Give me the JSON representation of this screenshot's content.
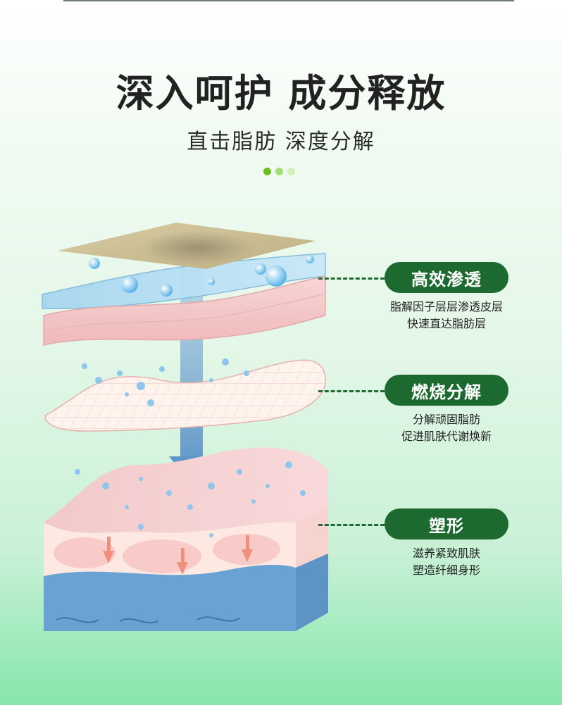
{
  "header": {
    "title": "深入呵护 成分释放",
    "subtitle": "直击脂肪 深度分解"
  },
  "colors": {
    "accent": "#1d6a30",
    "dot_active": "#6bbf1f"
  },
  "callouts": [
    {
      "label": "高效渗透",
      "lines": [
        "脂解因子层层渗透皮层",
        "快速直达脂肪层"
      ]
    },
    {
      "label": "燃烧分解",
      "lines": [
        "分解顽固脂肪",
        "促进肌肤代谢焕新"
      ]
    },
    {
      "label": "塑形",
      "lines": [
        "滋养紧致肌肤",
        "塑造纤细身形"
      ]
    }
  ]
}
